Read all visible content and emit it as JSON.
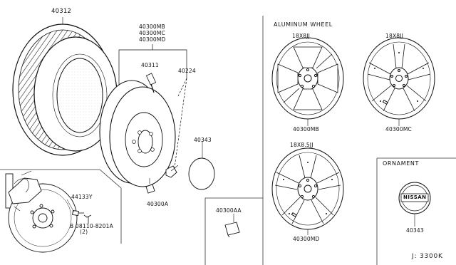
{
  "labels": {
    "tire": "40312",
    "wheel_group": [
      "40300MB",
      "40300MC",
      "40300MD"
    ],
    "valve": "40311",
    "wheel_bracket": "40224",
    "center_cap": "40343",
    "balance_weight": "40300A",
    "stud": "44133Y",
    "bolt_line1": "B 08110-8201A",
    "bolt_line2": "(2)",
    "weight_box": "40300AA",
    "aluminum_wheel_title": "ALUMINUM WHEEL",
    "wheel_mb_size": "18X8JJ",
    "wheel_mb_part": "40300MB",
    "wheel_mc_size": "18X8JJ",
    "wheel_mc_part": "40300MC",
    "wheel_md_size": "18X8.5JJ",
    "wheel_md_part": "40300MD",
    "ornament_title": "ORNAMENT",
    "ornament_badge": "NISSAN",
    "ornament_part": "40343",
    "diagram_ref": "J: 3300K"
  }
}
